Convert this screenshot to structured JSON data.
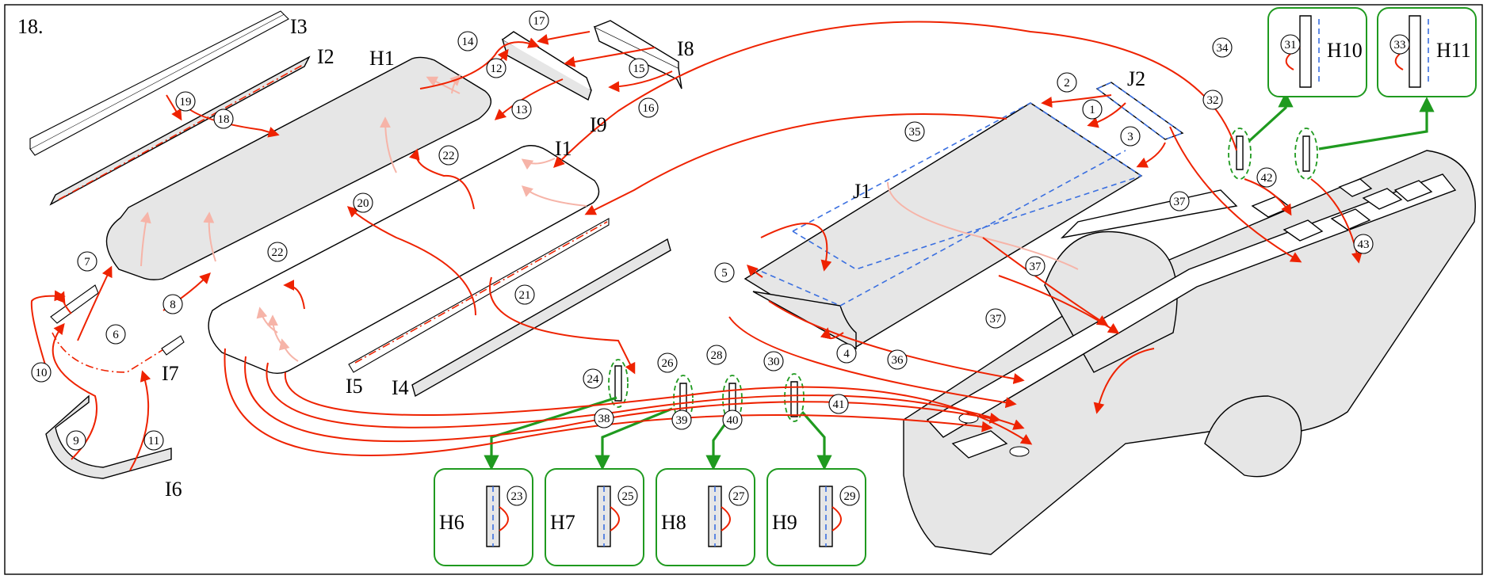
{
  "figure_number": "18.",
  "part_labels": {
    "I3": "I3",
    "I2": "I2",
    "H1": "H1",
    "I8": "I8",
    "I9": "I9",
    "I1": "I1",
    "J2": "J2",
    "J1": "J1",
    "I5": "I5",
    "I4": "I4",
    "I7": "I7",
    "I6": "I6",
    "H6": "H6",
    "H7": "H7",
    "H8": "H8",
    "H9": "H9",
    "H10": "H10",
    "H11": "H11"
  },
  "step_numbers": [
    "1",
    "2",
    "3",
    "4",
    "5",
    "6",
    "7",
    "8",
    "9",
    "10",
    "11",
    "12",
    "13",
    "14",
    "15",
    "16",
    "17",
    "18",
    "19",
    "20",
    "21",
    "22",
    "23",
    "24",
    "25",
    "26",
    "27",
    "28",
    "29",
    "30",
    "31",
    "32",
    "33",
    "34",
    "35",
    "36",
    "37",
    "38",
    "39",
    "40",
    "41",
    "42",
    "43"
  ],
  "colors": {
    "fold_arrow": "#ee2200",
    "hidden_arrow": "#f6b4a8",
    "detail_callout": "#1f9a1f",
    "fold_line": "#3a6fe0",
    "glued_panel": "#e6e6e6"
  }
}
